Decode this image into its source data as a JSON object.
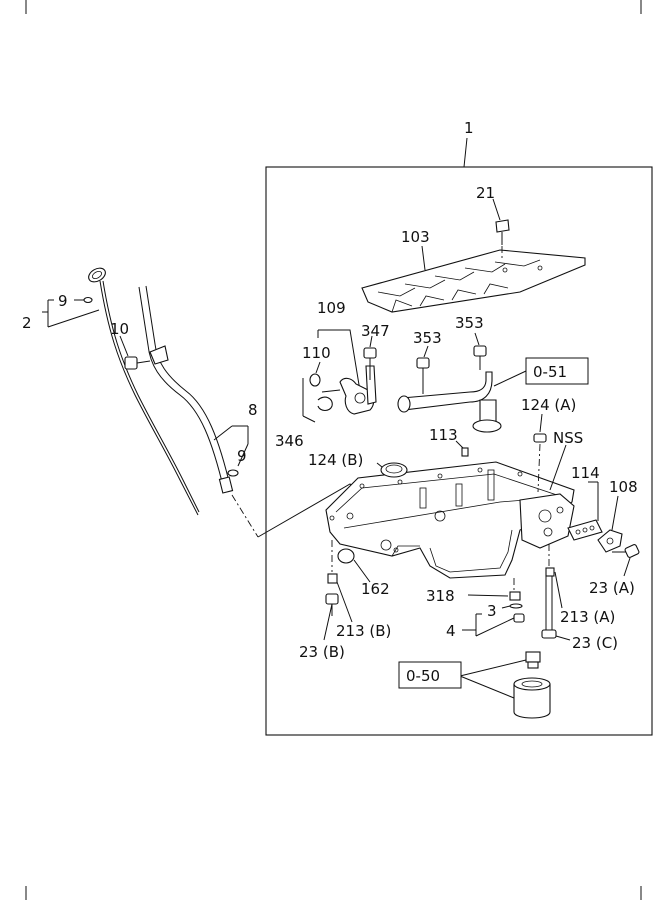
{
  "diagram": {
    "callouts": {
      "c1": "1",
      "c2": "2",
      "c3": "3",
      "c4": "4",
      "c8": "8",
      "c9a": "9",
      "c9b": "9",
      "c10": "10",
      "c21": "21",
      "c103": "103",
      "c108": "108",
      "c109": "109",
      "c110": "110",
      "c113": "113",
      "c114": "114",
      "c124a": "124 (A)",
      "c124b": "124 (B)",
      "c162": "162",
      "c213a": "213 (A)",
      "c213b": "213 (B)",
      "c23a": "23 (A)",
      "c23b": "23 (B)",
      "c23c": "23 (C)",
      "c318": "318",
      "c346": "346",
      "c347": "347",
      "c353a": "353",
      "c353b": "353",
      "nss": "NSS"
    },
    "refs": {
      "r051": "0-51",
      "r050": "0-50"
    }
  }
}
